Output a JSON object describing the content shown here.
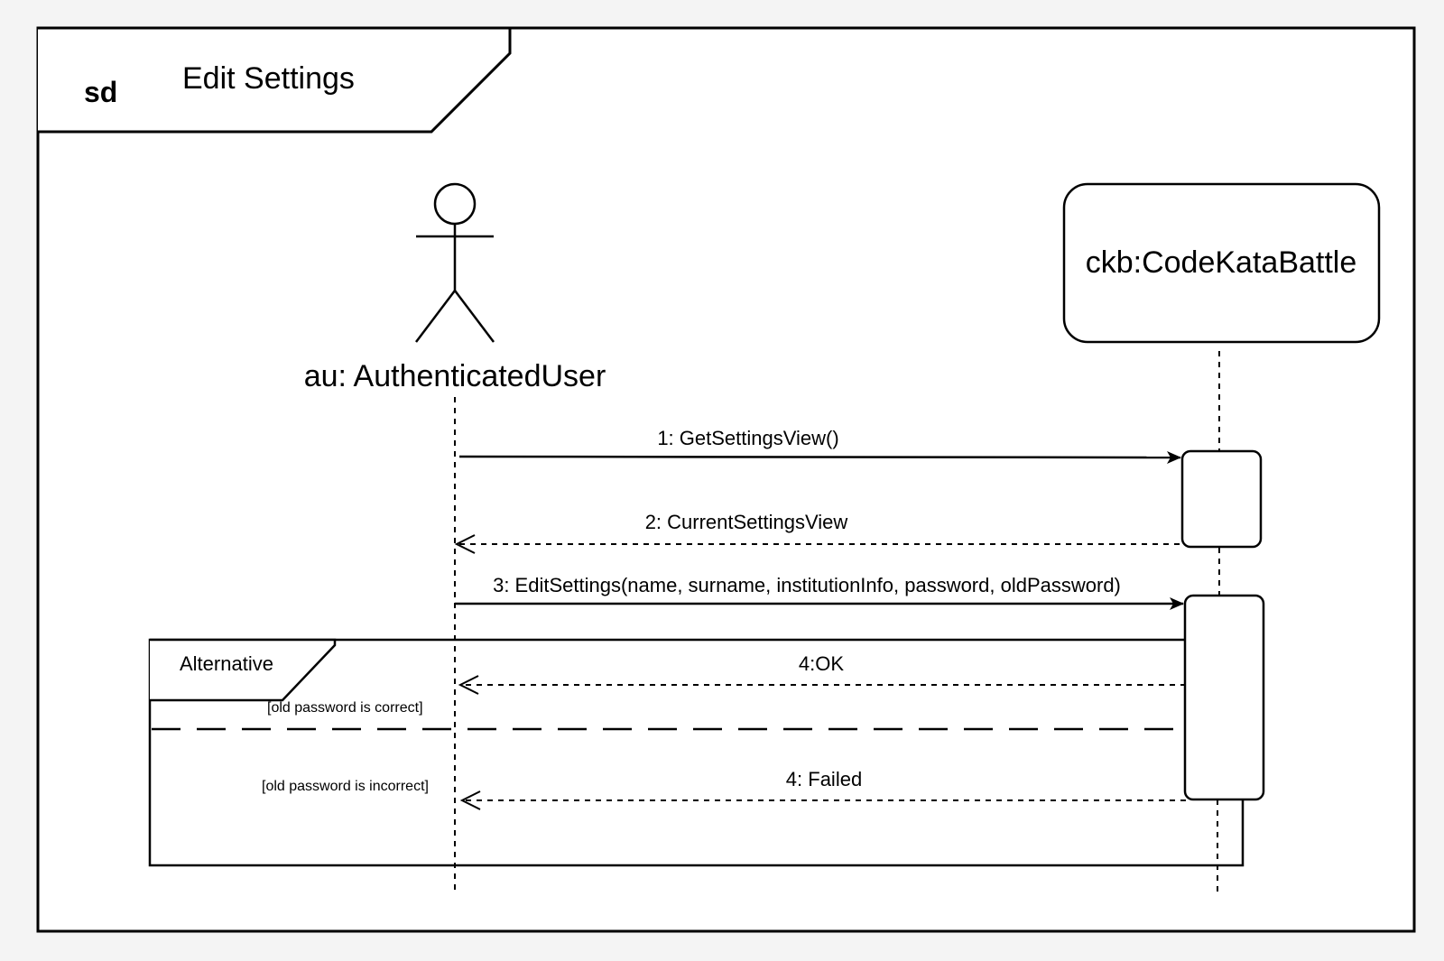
{
  "frame": {
    "keyword": "sd",
    "title": "Edit Settings"
  },
  "lifelines": {
    "user": {
      "label": "au: AuthenticatedUser",
      "kind": "actor"
    },
    "system": {
      "label": "ckb:CodeKataBattle",
      "kind": "object"
    }
  },
  "messages": [
    {
      "label": "1: GetSettingsView()",
      "from": "user",
      "to": "system",
      "type": "sync"
    },
    {
      "label": "2: CurrentSettingsView",
      "from": "system",
      "to": "user",
      "type": "return"
    },
    {
      "label": "3: EditSettings(name, surname, institutionInfo, password, oldPassword)",
      "from": "user",
      "to": "system",
      "type": "sync"
    },
    {
      "label": "4:OK",
      "from": "system",
      "to": "user",
      "type": "return"
    },
    {
      "label": "4: Failed",
      "from": "system",
      "to": "user",
      "type": "return"
    }
  ],
  "fragment": {
    "operator": "Alternative",
    "guards": [
      "[old password is correct]",
      "[old password is incorrect]"
    ]
  }
}
